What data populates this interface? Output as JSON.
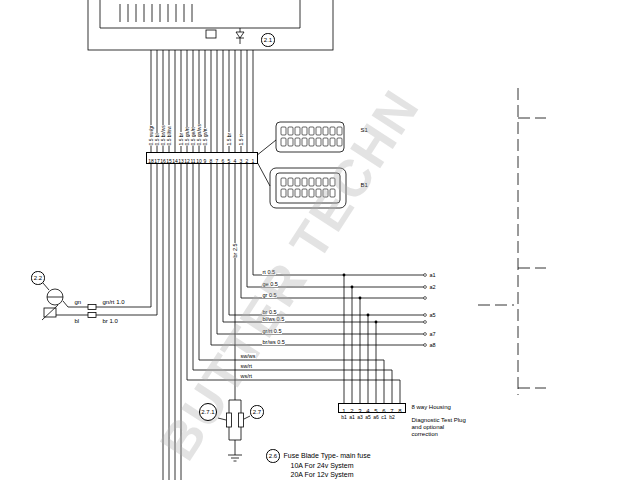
{
  "diagram": {
    "nodes": [
      {
        "text": [
          "2.1"
        ]
      },
      {
        "text": [
          "18",
          "17",
          "16",
          "15",
          "14",
          "13",
          "12",
          "11",
          "10",
          "9",
          "8",
          "7",
          "6",
          "5",
          "4",
          "3",
          "2",
          "1"
        ]
      },
      {
        "text": [
          "2.2"
        ]
      },
      {
        "text": [
          "1",
          "2",
          "3",
          "4",
          "5",
          "6",
          "7",
          "8"
        ]
      },
      {
        "text": [
          "2.7.1"
        ]
      },
      {
        "text": [
          "2.7"
        ]
      },
      {
        "text": [
          "2.6"
        ]
      }
    ],
    "edges": [
      {
        "from": 1,
        "to": 3,
        "arrow": "none",
        "label": "sw/ws"
      },
      {
        "from": 1,
        "to": 3,
        "arrow": "none",
        "label": "sw/rt"
      },
      {
        "from": 1,
        "to": 3,
        "arrow": "none",
        "label": "ws/rt"
      }
    ],
    "labels": [
      "0.5 sw/gr",
      "0.5 bl",
      "0.5 br/ws",
      "0.5 bl/sw",
      "1.5 br",
      "0.5 gn/rt",
      "0.5 ge/rt",
      "0.5 gn/ws",
      "0.5 gr/rt",
      "1.5 br",
      "1.5 rt",
      "S1",
      "B1",
      "br 2.5",
      "gn",
      "bl",
      "gn/rt 1.0",
      "br 1.0",
      "rt 0.5",
      "ge 0.5",
      "gr 0.5",
      "br 0.5",
      "bl/ws 0.5",
      "gr/rt 0.5",
      "br/ws 0.5",
      "a1",
      "a2",
      "a5",
      "a7",
      "a8",
      "b1",
      "a1",
      "a3",
      "a5",
      "a6",
      "c1",
      "b2",
      "8 way Housing",
      "Diagnostic Test Plug and optional correction",
      "Fuse Blade Type- main fuse",
      "10A For 24v System",
      "20A For 12v System",
      "BUTTER TECHN"
    ]
  }
}
